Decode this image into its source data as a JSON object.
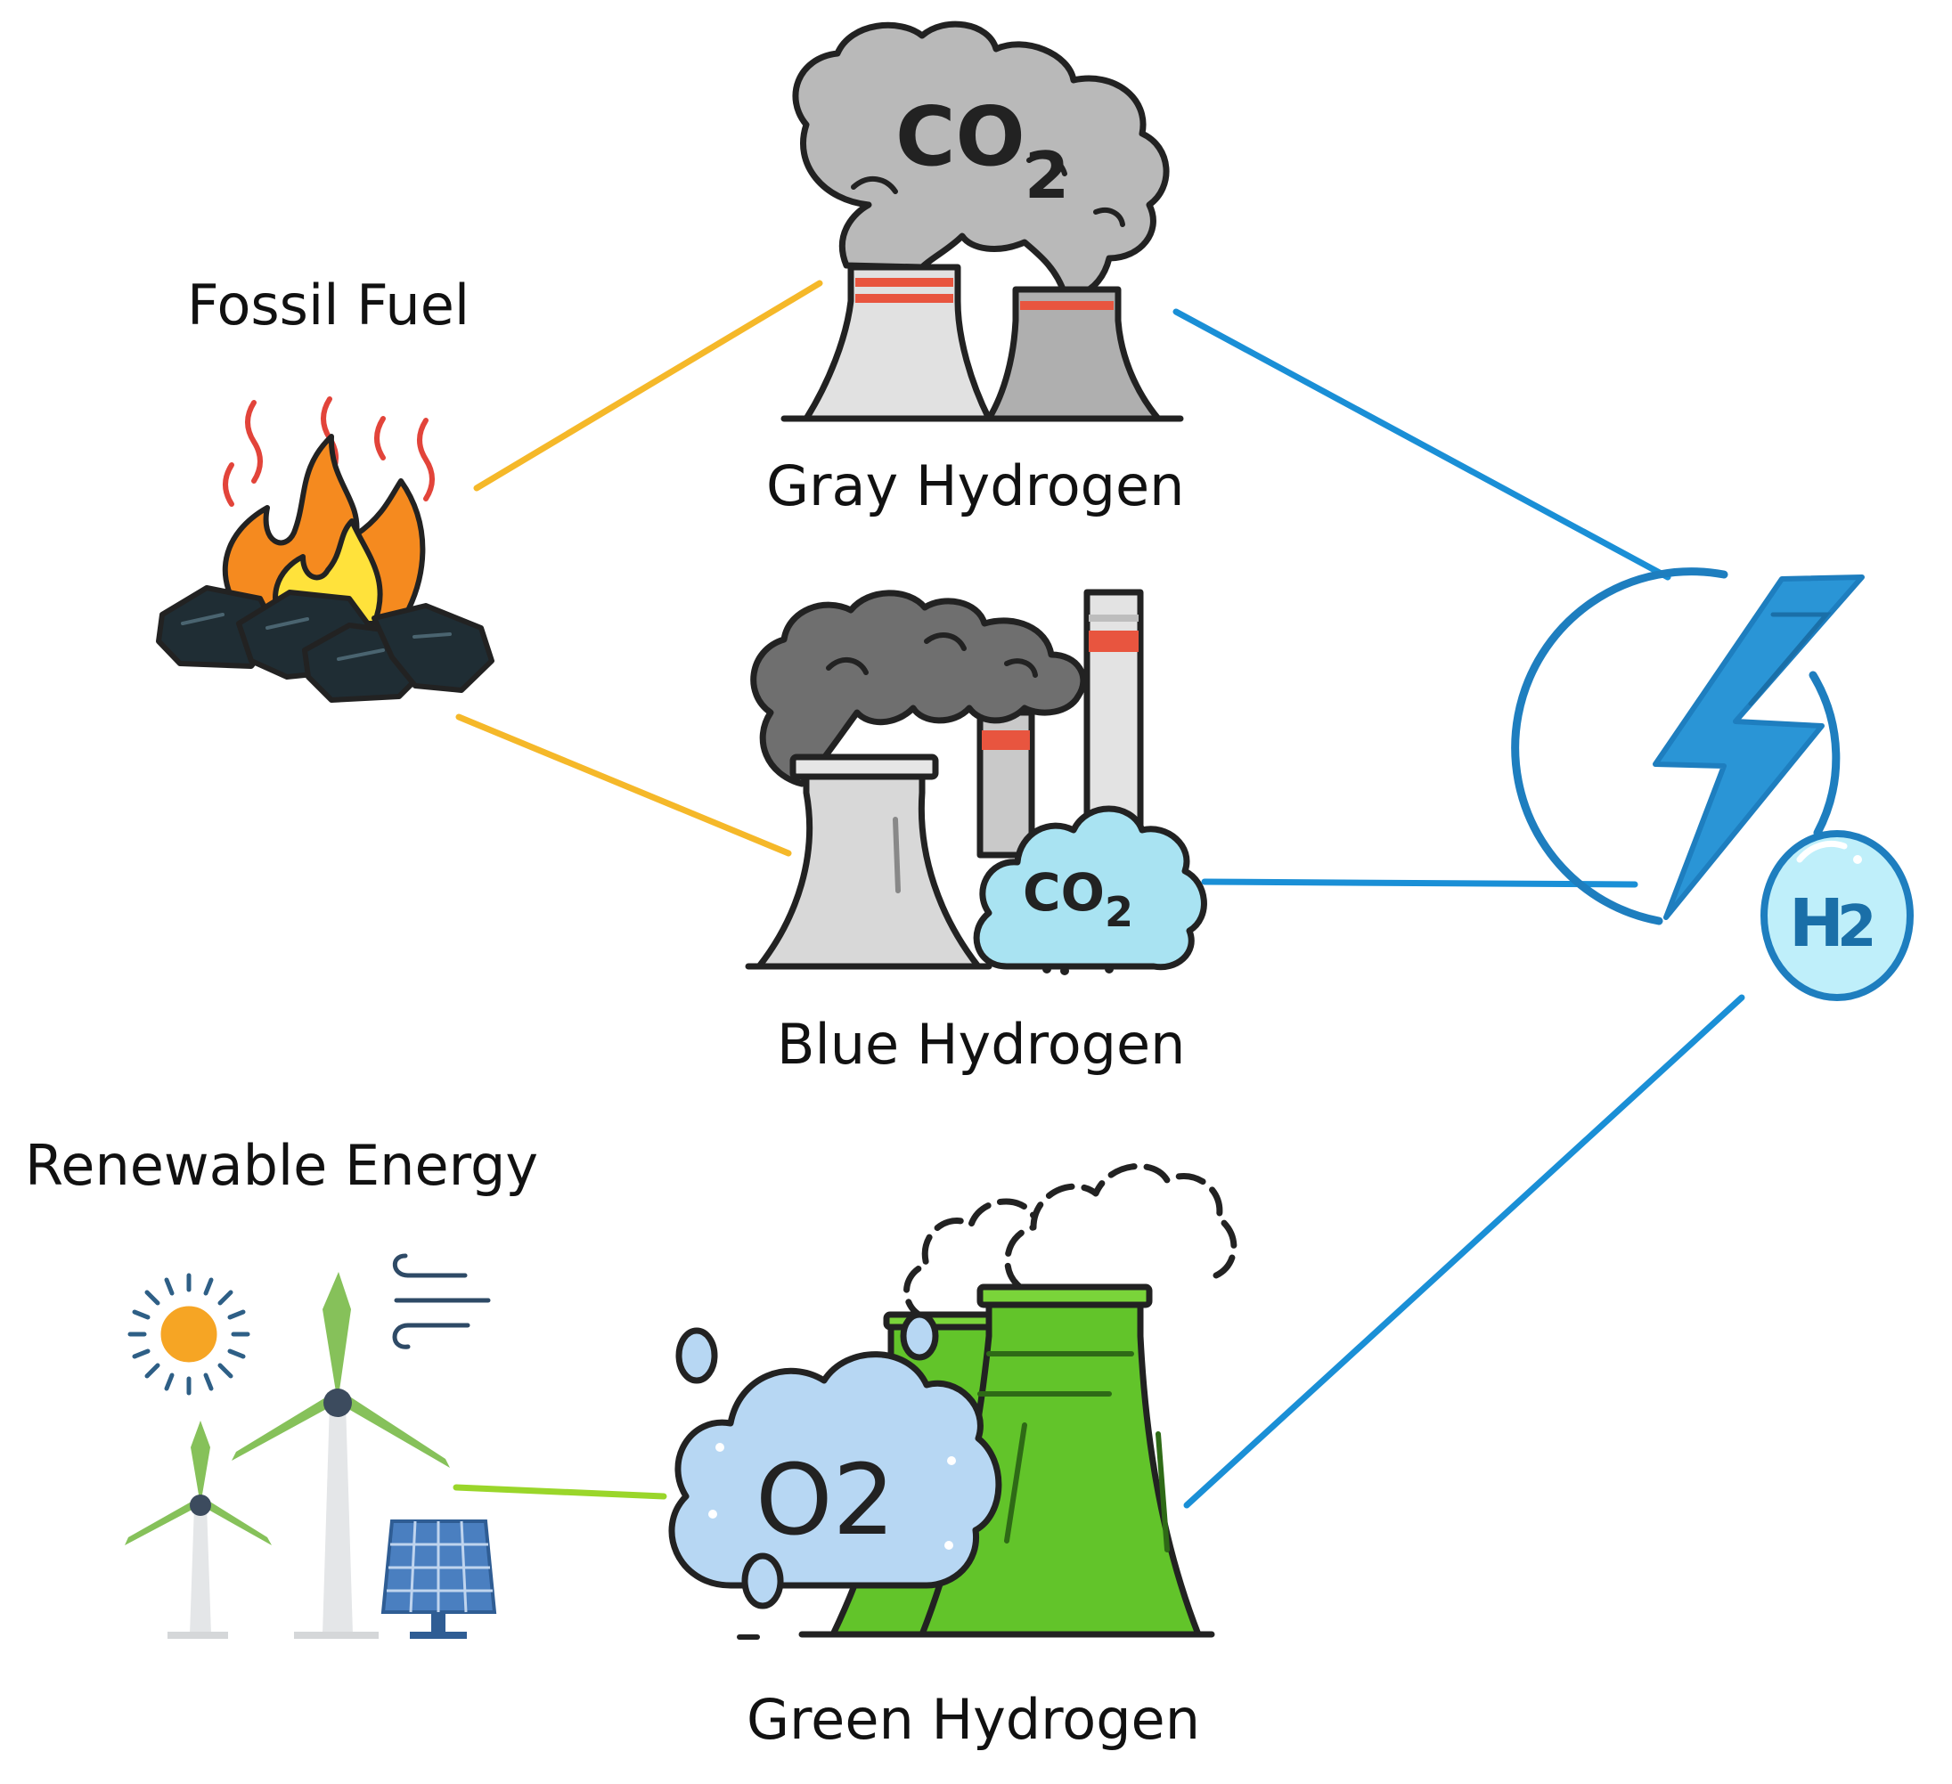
{
  "labels": {
    "fossil_fuel": "Fossil Fuel",
    "gray_hydrogen": "Gray Hydrogen",
    "blue_hydrogen": "Blue Hydrogen",
    "renewable_energy": "Renewable Energy",
    "green_hydrogen": "Green Hydrogen"
  },
  "icon_text": {
    "gray_cloud": "CO",
    "gray_cloud_sub": "2",
    "blue_cloud": "CO",
    "blue_cloud_sub": "2",
    "green_cloud": "O2",
    "hydrogen_bubble": "H",
    "hydrogen_bubble_sub": "2"
  },
  "icons": {
    "fossil_fuel": "campfire-icon",
    "gray_hydrogen": "gray-factory-icon",
    "blue_hydrogen": "blue-factory-icon",
    "renewable_energy": "wind-solar-icon",
    "green_hydrogen": "green-factory-icon",
    "hydrogen": "hydrogen-energy-icon"
  },
  "colors": {
    "fossil_connector": "#F5B829",
    "hydrogen_connector": "#1A8FD6",
    "renewable_connector": "#9AD62A",
    "gray_smoke": "#B9B9B9",
    "dark_smoke": "#6F6F6F",
    "blue_cloud": "#A9E3F2",
    "oxygen_cloud": "#B7D7F3",
    "green_tower": "#62C42A",
    "flame_orange": "#F58A1F",
    "flame_yellow": "#FFE23B",
    "coal": "#1F2D34",
    "hydrogen_blue": "#1E7EBF"
  }
}
